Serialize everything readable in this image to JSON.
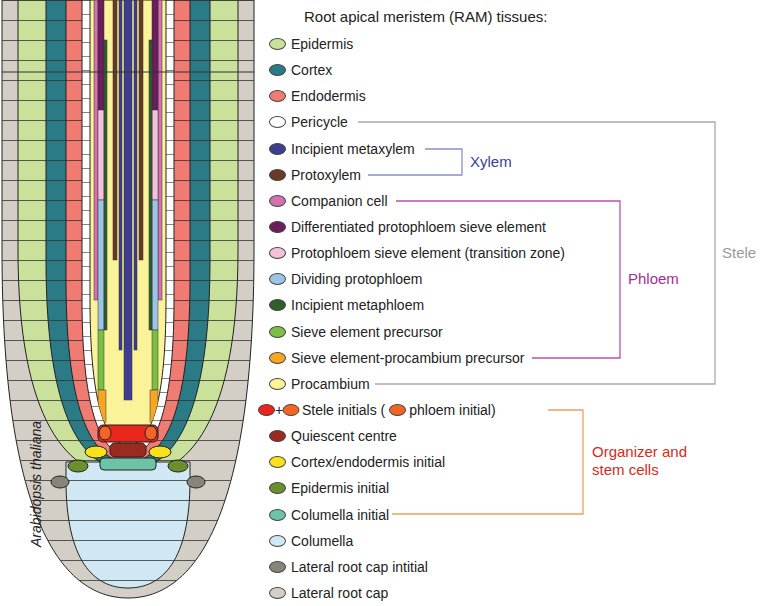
{
  "diagram": {
    "title": "Root apical meristem (RAM) tissues:",
    "labels": [
      "Xylem",
      "Phloem",
      "Stele",
      "+",
      "Organizer and stem cells",
      "Arabidopsis thaliana"
    ],
    "legend": [
      {
        "text": "Epidermis",
        "color": "#c9e19a"
      },
      {
        "text": "Cortex",
        "color": "#2b7b87"
      },
      {
        "text": "Endodermis",
        "color": "#f07b72"
      },
      {
        "text": "Pericycle",
        "color": "#ffffff"
      },
      {
        "text": "Incipient metaxylem",
        "color": "#3f3d8f"
      },
      {
        "text": "Protoxylem",
        "color": "#6b3a26"
      },
      {
        "text": "Companion cell",
        "color": "#d472b0"
      },
      {
        "text": "Differentiated protophloem sieve element",
        "color": "#6a1e5e"
      },
      {
        "text": "Protophloem sieve element (transition zone)",
        "color": "#f2c2dc"
      },
      {
        "text": "Dividing protophloem",
        "color": "#9dc3e6"
      },
      {
        "text": "Incipient metaphloem",
        "color": "#2e5e2a"
      },
      {
        "text": "Sieve element precursor",
        "color": "#7cc043"
      },
      {
        "text": "Sieve element-procambium precursor",
        "color": "#f5a623"
      },
      {
        "text": "Procambium",
        "color": "#fbf39a"
      },
      {
        "text": "Stele initials (",
        "color": "#e8261c"
      },
      {
        "text": "phloem initial)",
        "color": "#f26522"
      },
      {
        "text": "Quiescent centre",
        "color": "#9b2a1f"
      },
      {
        "text": "Cortex/endodermis initial",
        "color": "#f7e11c"
      },
      {
        "text": "Epidermis initial",
        "color": "#6a8f2c"
      },
      {
        "text": "Columella initial",
        "color": "#6cc3a8"
      },
      {
        "text": "Columella",
        "color": "#cfe8f3"
      },
      {
        "text": "Lateral root cap intitial",
        "color": "#8a8378"
      },
      {
        "text": "Lateral root cap",
        "color": "#d3cec6"
      }
    ]
  }
}
